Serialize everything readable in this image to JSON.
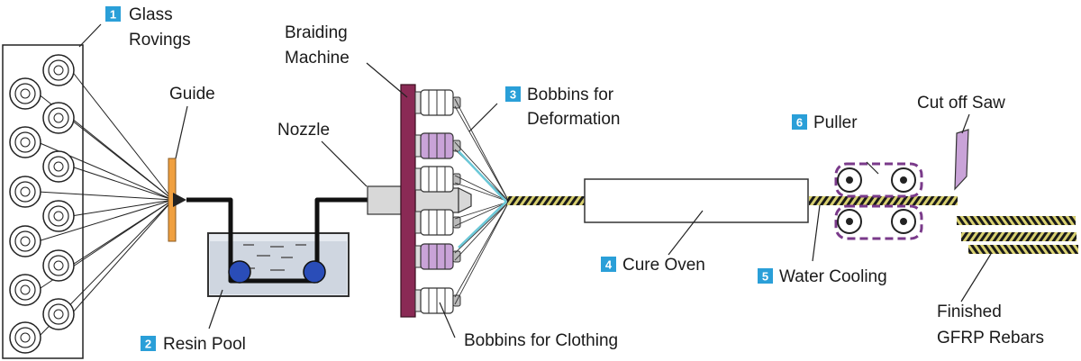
{
  "labels": {
    "glass_rovings": {
      "num": "1",
      "line1": "Glass",
      "line2": "Rovings"
    },
    "guide": "Guide",
    "braiding_machine": {
      "line1": "Braiding",
      "line2": "Machine"
    },
    "nozzle": "Nozzle",
    "bobbins_deformation": {
      "num": "3",
      "line1": "Bobbins for",
      "line2": "Deformation"
    },
    "resin_pool": {
      "num": "2",
      "text": "Resin Pool"
    },
    "bobbins_clothing": "Bobbins for Clothing",
    "cure_oven": {
      "num": "4",
      "text": "Cure Oven"
    },
    "puller": {
      "num": "6",
      "text": "Puller"
    },
    "water_cooling": {
      "num": "5",
      "text": "Water Cooling"
    },
    "cut_off_saw": "Cut off Saw",
    "finished": {
      "line1": "Finished",
      "line2": "GFRP Rebars"
    }
  },
  "colors": {
    "guide": "#f0a040",
    "braiding_plate": "#8a2a55",
    "bobbin_deformation": "#c9a3d8",
    "roller": "#2a4db8",
    "puller_box": "#7a3a8a",
    "saw": "#c9a3d8",
    "badge": "#2a9fd8",
    "rebar": "#d8d070"
  }
}
